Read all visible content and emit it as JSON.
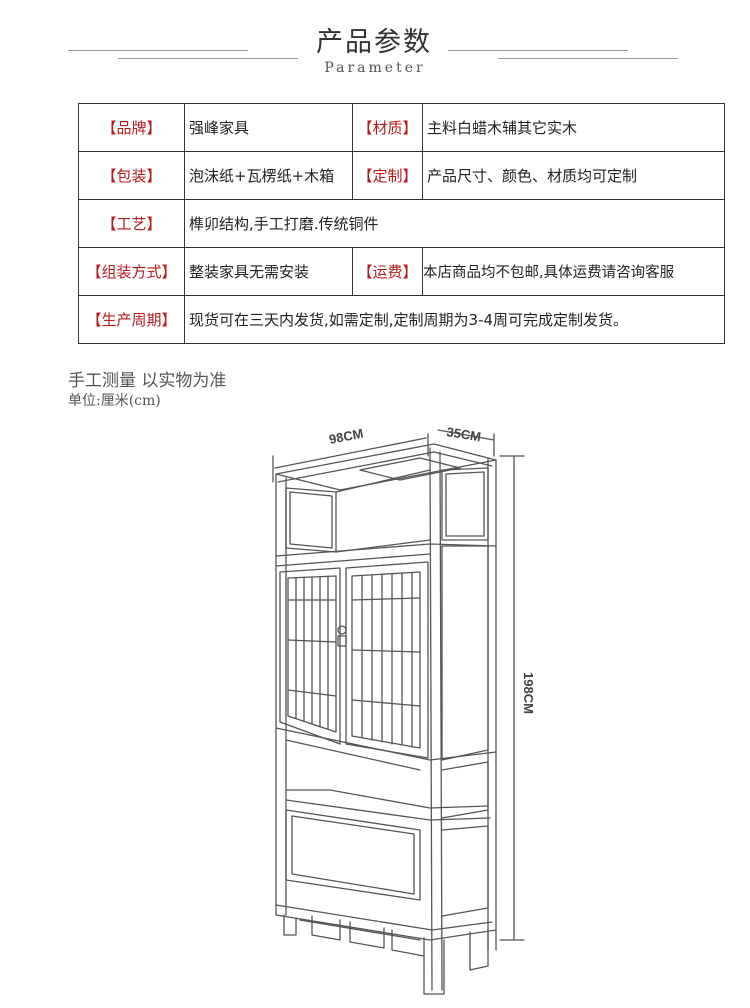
{
  "header": {
    "title": "产品参数",
    "subtitle": "Parameter"
  },
  "params": {
    "rows": [
      {
        "label1": "【品牌】",
        "value1": "强峰家具",
        "label2": "【材质】",
        "value2": "主料白蜡木辅其它实木"
      },
      {
        "label1": "【包装】",
        "value1": "泡沫纸+瓦楞纸+木箱",
        "label2": "【定制】",
        "value2": "产品尺寸、颜色、材质均可定制"
      },
      {
        "label1": "【工艺】",
        "value1": "榫卯结构,手工打磨.传统铜件"
      },
      {
        "label1": "【组装方式】",
        "value1": "整装家具无需安装",
        "label2": "【运费】",
        "value2": "本店商品均不包邮,具体运费请咨询客服"
      },
      {
        "label1": "【生产周期】",
        "value1": "现货可在三天内发货,如需定制,定制周期为3-4周可完成定制发货。"
      }
    ]
  },
  "measurement": {
    "note": "手工测量 以实物为准",
    "unit": "单位:厘米(cm)"
  },
  "diagram": {
    "width_label": "98CM",
    "depth_label": "35CM",
    "height_label": "198CM"
  },
  "colors": {
    "label_red": "#b81b1b",
    "line_gray": "#9a9a9a",
    "sketch": "#555555"
  }
}
